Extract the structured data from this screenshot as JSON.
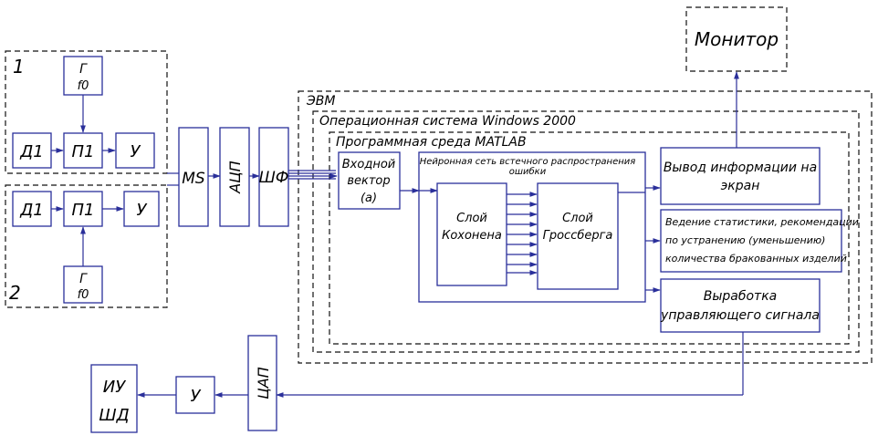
{
  "labels": {
    "channel_1": "1",
    "channel_2": "2",
    "d1": "Д1",
    "p1": "П1",
    "u": "У",
    "g": "Г",
    "f0": "f0",
    "ms": "MS",
    "adc": "АЦП",
    "shf": "ШФ",
    "evm": "ЭВМ",
    "os": "Операционная система Windows 2000",
    "matlab": "Программная среда MATLAB",
    "input_vector_l1": "Входной",
    "input_vector_l2": "вектор",
    "input_vector_l3": "(a)",
    "nn_title_l1": "Нейронная сеть встечного распространения",
    "nn_title_l2": "ошибки",
    "kohonen_l1": "Слой",
    "kohonen_l2": "Кохонена",
    "grossberg_l1": "Слой",
    "grossberg_l2": "Гроссберга",
    "output_screen_l1": "Вывод информации на",
    "output_screen_l2": "экран",
    "stats_l1": "Ведение статистики, рекомендации",
    "stats_l2": "по устранению (уменьшению)",
    "stats_l3": "количества бракованных изделий",
    "control_l1": "Выработка",
    "control_l2": "управляющего сигнала",
    "monitor": "Монитор",
    "dac": "ЦАП",
    "iu_l1": "ИУ",
    "iu_l2": "ШД"
  }
}
